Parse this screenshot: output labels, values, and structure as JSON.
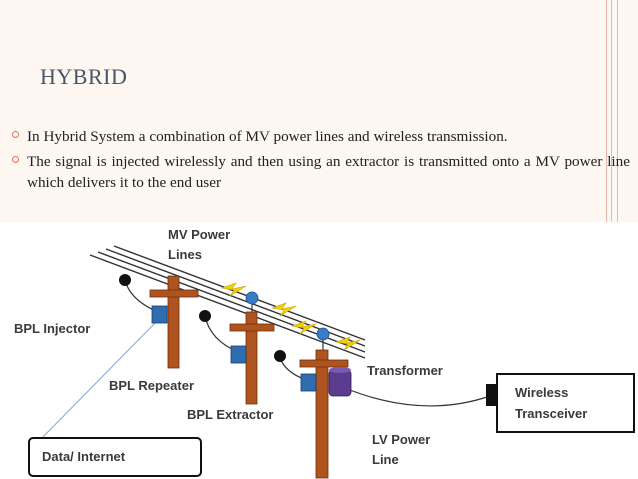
{
  "slide": {
    "title": "HYBRID",
    "bullets": [
      "In Hybrid System a combination of MV power lines and wireless transmission.",
      "The signal is injected wirelessly and then using an extractor is transmitted onto a MV power line which delivers it to the end user"
    ]
  },
  "diagram": {
    "mv_lines_1": "MV Power",
    "mv_lines_2": "Lines",
    "bpl_injector": "BPL Injector",
    "bpl_repeater": "BPL Repeater",
    "bpl_extractor": "BPL Extractor",
    "transformer": "Transformer",
    "lv_line_1": "LV Power",
    "lv_line_2": "Line",
    "wireless_1": "Wireless",
    "wireless_2": "Transceiver",
    "data_internet": "Data/ Internet"
  },
  "colors": {
    "pole": "#b0541f",
    "device": "#2f6db0",
    "transformer": "#5b3c8f",
    "bolt": "#f5d000",
    "accent": "#e0745c"
  }
}
